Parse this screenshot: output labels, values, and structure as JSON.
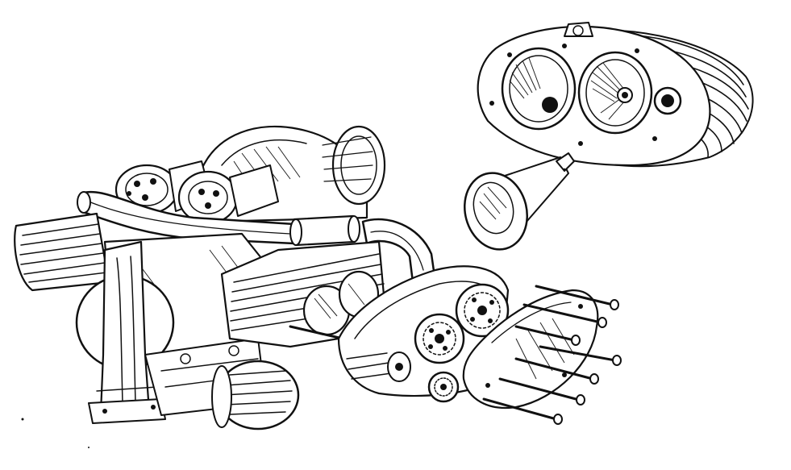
{
  "image": {
    "subject": "exploded-engine-line-drawing",
    "palette": {
      "ink": "#111111",
      "paper": "#ffffff"
    },
    "parts": [
      "engine-block",
      "intake-pipe",
      "cylinder-fins",
      "timing-gears",
      "gear-cover",
      "cover-bolts",
      "cylinder-head",
      "air-scoop",
      "magneto",
      "carburettor"
    ]
  }
}
